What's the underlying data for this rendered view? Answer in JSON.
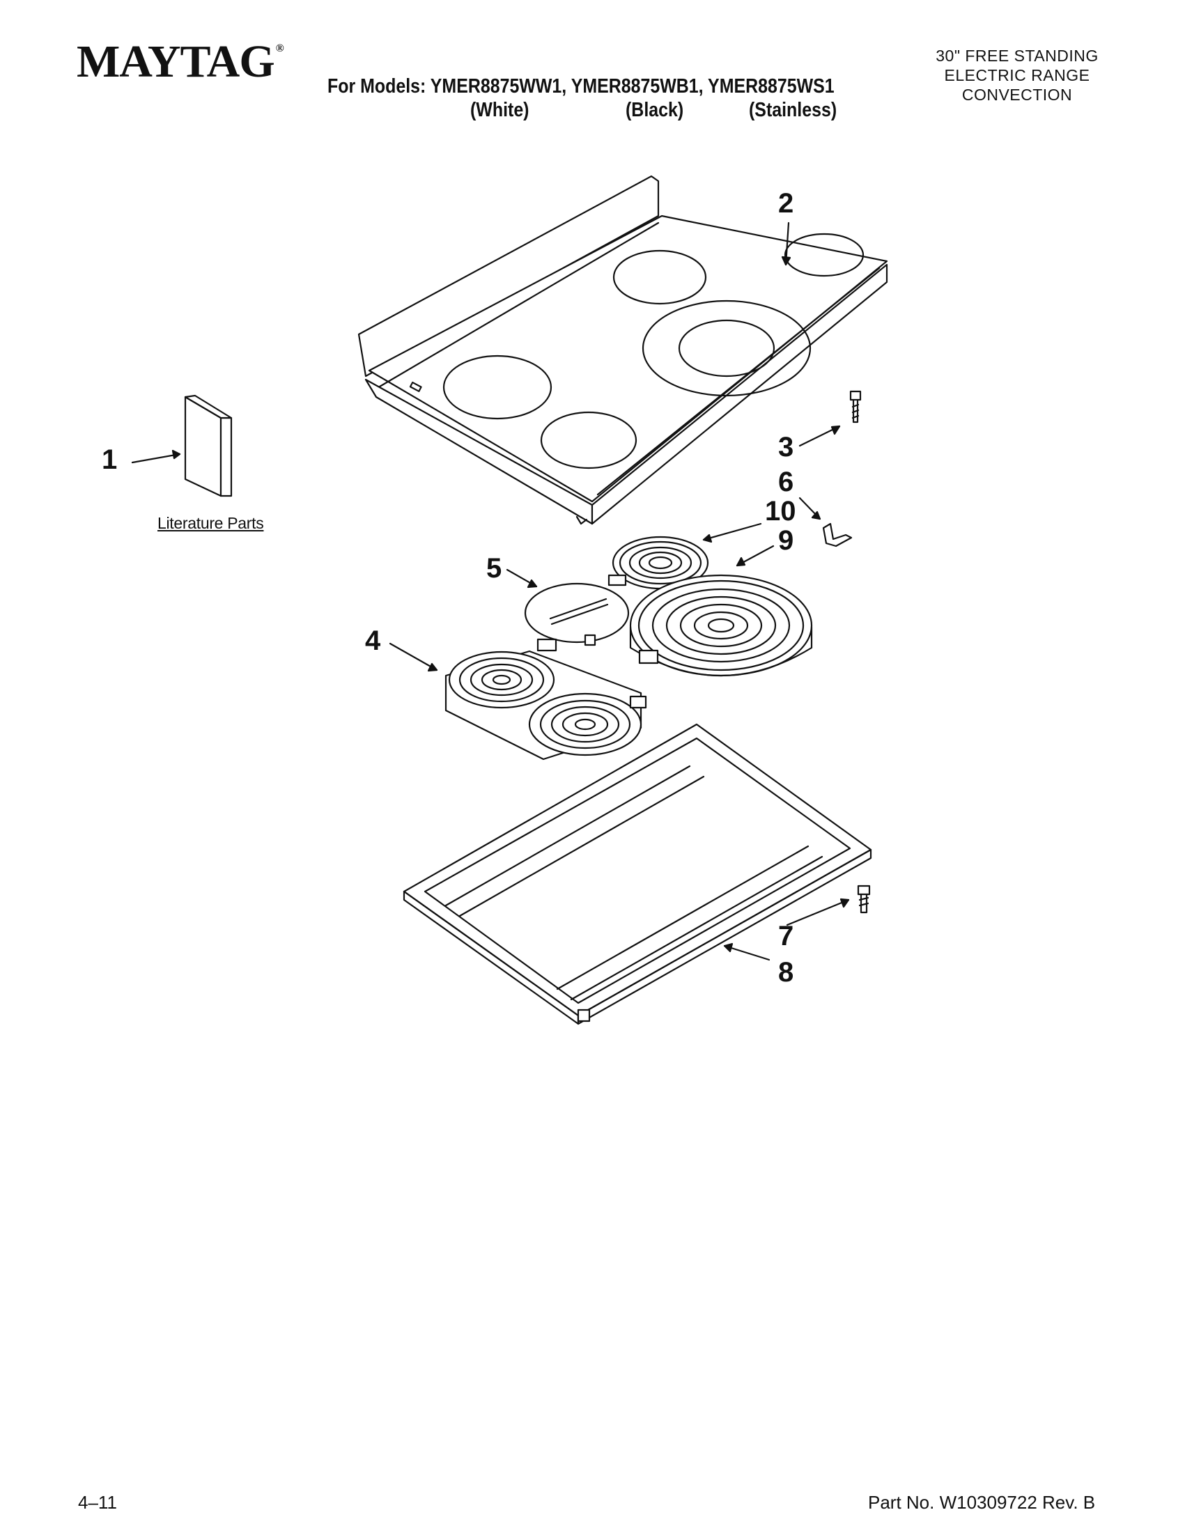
{
  "header": {
    "brand": "MAYTAG",
    "brand_mark": "®",
    "models_line": "For Models: YMER8875WW1, YMER8875WB1, YMER8875WS1",
    "variants": [
      "(White)",
      "(Black)",
      "(Stainless)"
    ],
    "product_lines": [
      "30\" FREE STANDING",
      "ELECTRIC RANGE",
      "CONVECTION"
    ]
  },
  "diagram": {
    "callouts": [
      "1",
      "2",
      "3",
      "4",
      "5",
      "6",
      "7",
      "8",
      "9",
      "10"
    ],
    "literature_label": "Literature Parts"
  },
  "footer": {
    "date_code": "4–11",
    "part_number": "Part No. W10309722 Rev. B"
  }
}
